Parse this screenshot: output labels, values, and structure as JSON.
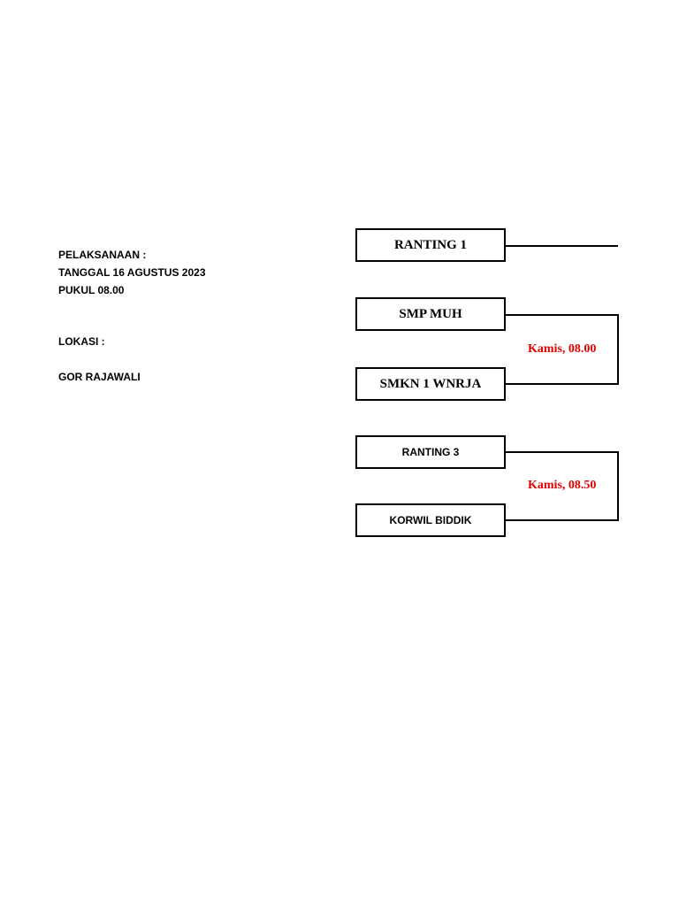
{
  "info": {
    "pelaksanaan_label": "PELAKSANAAN :",
    "tanggal": "TANGGAL 16 AGUSTUS 2023",
    "pukul": "PUKUL 08.00",
    "lokasi_label": "LOKASI :",
    "lokasi": "GOR RAJAWALI"
  },
  "bracket": {
    "bye_team": "RANTING 1",
    "match1": {
      "team_a": "SMP MUH",
      "team_b": "SMKN 1 WNRJA",
      "schedule": "Kamis, 08.00"
    },
    "match2": {
      "team_a": "RANTING 3",
      "team_b": "KORWIL BIDDIK",
      "schedule": "Kamis, 08.50"
    },
    "schedule_color": "#e00000"
  }
}
